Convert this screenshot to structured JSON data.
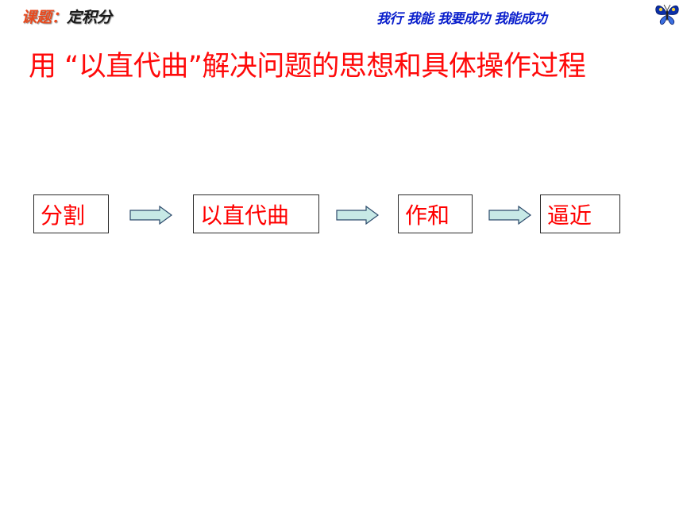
{
  "header": {
    "topic_label": "课题",
    "topic_separator": "：",
    "topic_value": "定积分",
    "slogan": "我行 我能  我要成功  我能成功",
    "logo_icon": "butterfly-icon"
  },
  "title": "用 “以直代曲”解决问题的思想和具体操作过程",
  "flow": {
    "steps": [
      "分割",
      "以直代曲",
      "作和",
      "逼近"
    ],
    "arrow_icon": "right-arrow-icon",
    "arrow_fill": "#c7e9e6",
    "arrow_stroke": "#2c4a6b"
  },
  "colors": {
    "title": "#ff0a0a",
    "step_text": "#ff0000",
    "topic_label": "#e8491d",
    "slogan": "#0a1fcc"
  }
}
